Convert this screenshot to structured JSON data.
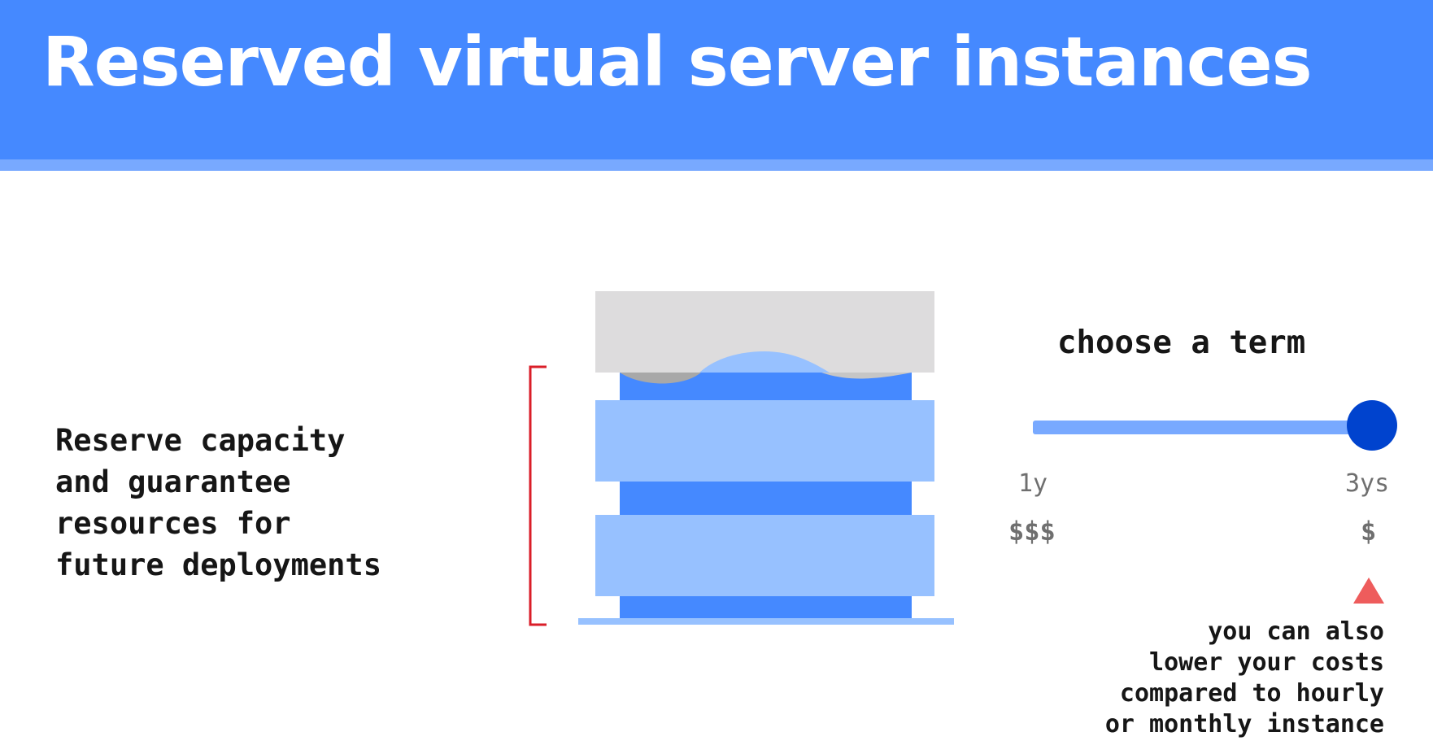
{
  "title": "Reserved virtual server instances",
  "description": {
    "lines": [
      "Reserve capacity",
      "and guarantee",
      "resources for",
      "future deployments"
    ]
  },
  "term_selector": {
    "heading": "choose a term",
    "value_fraction": 1.0,
    "min_label": "1y",
    "max_label": "3ys",
    "min_price": "$$$",
    "max_price": "$"
  },
  "note": {
    "lines": [
      "you can also",
      "lower your costs",
      "compared to hourly",
      "or monthly instance"
    ]
  },
  "icons": {
    "server_stack": "server-stack-icon",
    "bracket": "bracket-icon",
    "warning_triangle": "triangle-icon"
  },
  "colors": {
    "header": "#4589ff",
    "header_stripe": "#78a9ff",
    "server_dark": "#4589ff",
    "server_light": "#97c1ff",
    "server_top": "#dddcdd",
    "bracket": "#da1e28",
    "slider_track": "#78a9ff",
    "slider_thumb": "#0043ce",
    "triangle": "#ee5c5c"
  }
}
